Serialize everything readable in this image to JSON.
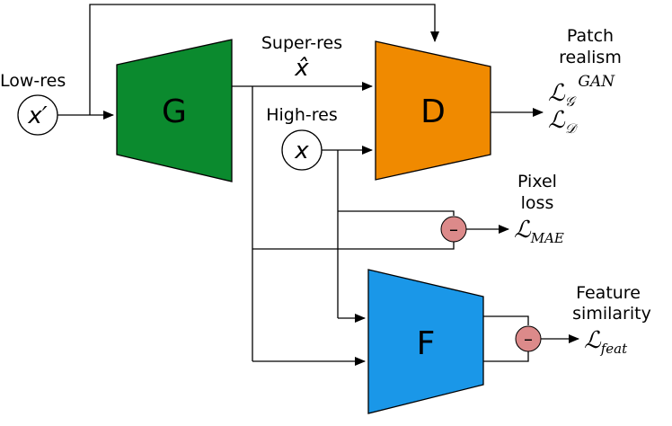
{
  "labels": {
    "low_res": "Low-res",
    "super_res": "Super-res",
    "high_res": "High-res",
    "patch_realism_1": "Patch",
    "patch_realism_2": "realism",
    "pixel_loss_1": "Pixel",
    "pixel_loss_2": "loss",
    "feature_sim_1": "Feature",
    "feature_sim_2": "similarity"
  },
  "variables": {
    "x_prime": "x′",
    "x_hat": "x̂",
    "x": "x"
  },
  "blocks": {
    "generator": "G",
    "discriminator": "D",
    "feature_net": "F"
  },
  "minus_sign": "–",
  "losses": {
    "gan_G": {
      "base": "ℒ",
      "sub": "𝒢",
      "sup": "GAN"
    },
    "gan_D": {
      "base": "ℒ",
      "sub": "𝒟"
    },
    "mae": {
      "base": "ℒ",
      "sub": "MAE"
    },
    "feat": {
      "base": "ℒ",
      "sub": "feat"
    }
  },
  "colors": {
    "generator": "#0b8a2e",
    "discriminator": "#f08a00",
    "feature_net": "#1a97e8",
    "minus_node": "#dc8a8a"
  }
}
